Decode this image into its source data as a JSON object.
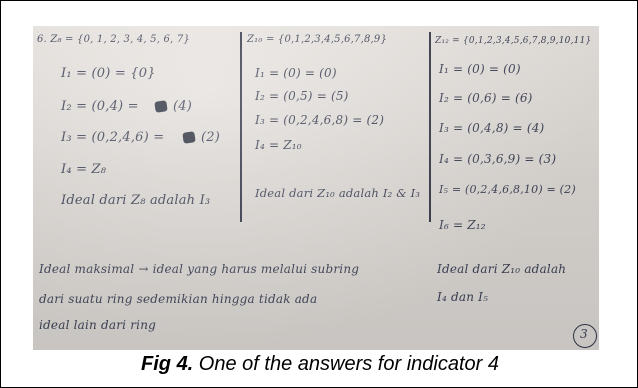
{
  "photo": {
    "col1": {
      "header": "6. Z₈ = {0, 1, 2, 3, 4, 5, 6, 7}",
      "i1": "I₁ = (0) = {0}",
      "i2": "I₂ = (0,4) =",
      "i2_tail": "(4)",
      "i3": "I₃ = (0,2,4,6) =",
      "i3_tail": "(2)",
      "i4": "I₄ = Z₈",
      "ideal": "Ideal dari Z₈ adalah I₃"
    },
    "col2": {
      "header": "Z₁₀ = {0,1,2,3,4,5,6,7,8,9}",
      "i1": "I₁ = (0) = (0)",
      "i2": "I₂ = (0,5) = (5)",
      "i3": "I₃ = (0,2,4,6,8) = (2)",
      "i4": "I₄ = Z₁₀",
      "ideal": "Ideal dari Z₁₀ adalah I₂ & I₃"
    },
    "col3": {
      "header": "Z₁₂ = {0,1,2,3,4,5,6,7,8,9,10,11}",
      "i1": "I₁ = (0)   = (0)",
      "i2": "I₂ = (0,6)   = (6)",
      "i3": "I₃ = (0,4,8) = (4)",
      "i4": "I₄ = (0,3,6,9) = (3)",
      "i5": "I₅ = (0,2,4,6,8,10) = (2)",
      "i6": "I₆ = Z₁₂",
      "ideal1": "Ideal dari Z₁₀ adalah",
      "ideal2": "I₄ dan I₅"
    },
    "definition": {
      "line1": "Ideal maksimal → ideal yang harus melalui subring",
      "line2": "dari suatu ring sedemikian hingga tidak ada",
      "line3": "ideal lain dari ring"
    },
    "page_number": "3"
  },
  "caption": {
    "label": "Fig 4.",
    "text": " One of the answers for indicator 4"
  }
}
